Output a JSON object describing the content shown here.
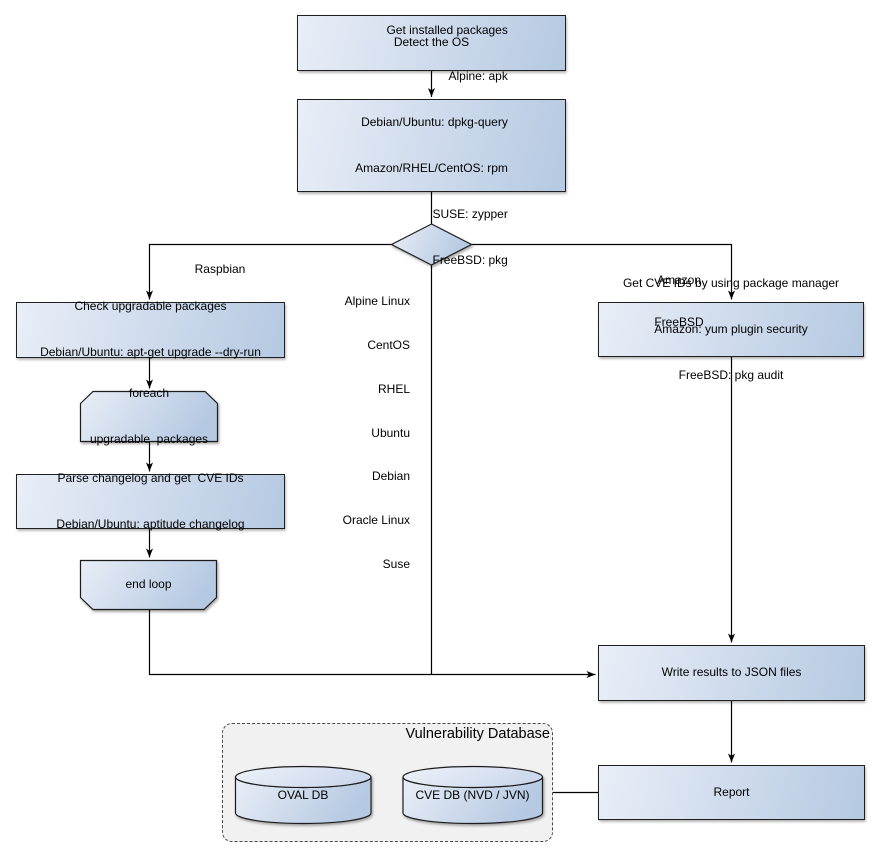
{
  "diagram": {
    "nodes": {
      "detect_os": {
        "label": "Detect the OS"
      },
      "get_installed_packages": {
        "lines": [
          "Get installed packages",
          "Alpine: apk",
          "Debian/Ubuntu: dpkg-query",
          "Amazon/RHEL/CentOS: rpm",
          "SUSE: zypper",
          "FreeBSD: pkg"
        ]
      },
      "check_upgradable": {
        "lines": [
          "Check upgradable packages",
          "Debian/Ubuntu: apt-get upgrade --dry-run"
        ]
      },
      "foreach_loop": {
        "lines": [
          "foreach",
          "upgradable  packages"
        ]
      },
      "parse_changelog": {
        "lines": [
          "Parse changelog and get  CVE IDs",
          "Debian/Ubuntu: aptitude changelog"
        ]
      },
      "end_loop": {
        "label": "end loop"
      },
      "get_cve_ids": {
        "lines": [
          "Get CVE IDs by using package manager",
          "Amazon: yum plugin security",
          "FreeBSD: pkg audit"
        ]
      },
      "write_json": {
        "label": "Write results to JSON files"
      },
      "report": {
        "label": "Report"
      }
    },
    "edge_labels": {
      "raspbian": "Raspbian",
      "os_list": [
        "Alpine Linux",
        "CentOS",
        "RHEL",
        "Ubuntu",
        "Debian",
        "Oracle Linux",
        "Suse"
      ],
      "amazon_freebsd": [
        "Amazon",
        "FreeBSD"
      ]
    },
    "vulnerability_database": {
      "title": "Vulnerability Database",
      "cylinders": [
        {
          "label": "OVAL DB"
        },
        {
          "label": "CVE DB (NVD / JVN)"
        }
      ]
    }
  },
  "colors": {
    "node_fill_start": "#e9eef7",
    "node_fill_end": "#b5c9e2",
    "node_border": "#1f1f1f",
    "container_fill": "#f1f1f1",
    "connector": "#000000"
  }
}
